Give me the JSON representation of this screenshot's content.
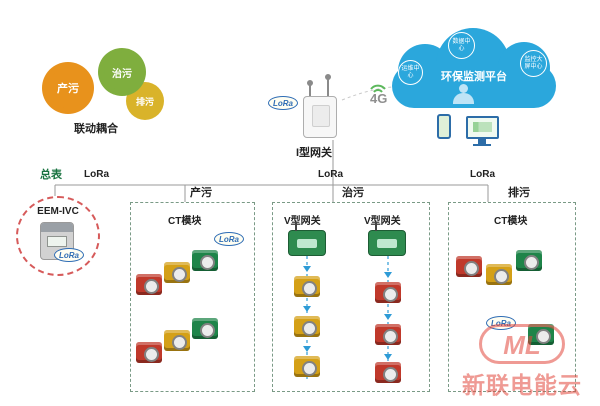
{
  "gears": {
    "gear1": "产污",
    "gear2": "治污",
    "gear3": "排污",
    "caption": "联动耦合"
  },
  "gateway": {
    "label": "I型网关",
    "lora_badge": "LoRa",
    "signal": "4G"
  },
  "cloud": {
    "title": "环保监测平台",
    "badge_top": "数据中心",
    "badge_left": "运维中心",
    "badge_right": "监控大屏中心"
  },
  "bus": {
    "lora_left": "LoRa",
    "lora_center": "LoRa",
    "lora_right": "LoRa"
  },
  "master_meter": {
    "caption": "总表",
    "device_label": "EEM-IVC",
    "lora_badge": "LoRa"
  },
  "box_chanwu": {
    "title": "产污",
    "module_label": "CT模块",
    "lora_badge": "LoRa"
  },
  "box_zhiwu": {
    "title": "治污",
    "gateway_left": "V型网关",
    "gateway_right": "V型网关"
  },
  "box_paiwu": {
    "title": "排污",
    "module_label": "CT模块",
    "lora_badge": "LoRa"
  },
  "watermark": {
    "logo": "ML",
    "text": "新联电能云"
  },
  "colors": {
    "cloud_blue": "#2ba7dc",
    "gear_orange": "#e8921c",
    "gear_green": "#7fae3e",
    "gear_yellow": "#d9b32a",
    "module_red": "#c0392b",
    "module_yellow": "#d4a017",
    "module_green": "#1e8449",
    "watermark_red": "#e2493d"
  }
}
